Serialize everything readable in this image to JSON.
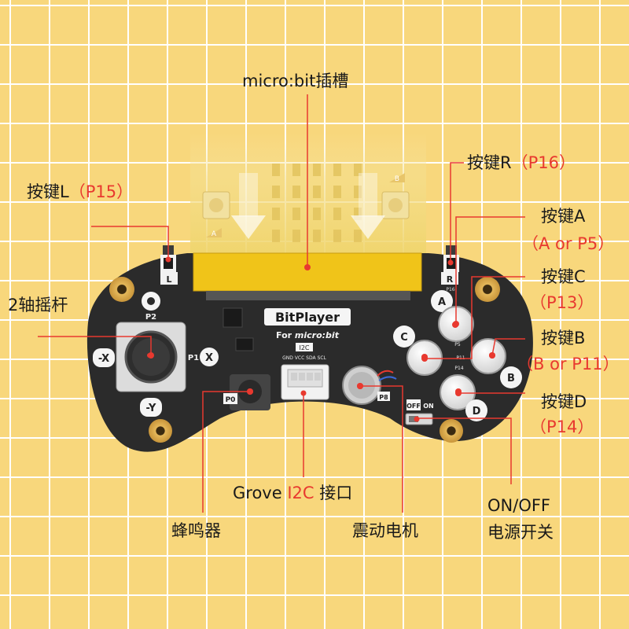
{
  "colors": {
    "accent": "#e8392f",
    "board": "#2b2b2b",
    "background": "#f8d77c",
    "grid": "#ffffff"
  },
  "labels": {
    "slot": "micro:bit插槽",
    "button_l": {
      "name": "按键L",
      "pin": "P15"
    },
    "button_r": {
      "name": "按键R",
      "pin": "P16"
    },
    "button_a": {
      "name": "按键A",
      "pin": "A or P5"
    },
    "button_c": {
      "name": "按键C",
      "pin": "P13"
    },
    "button_b": {
      "name": "按键B",
      "pin": "B or P11"
    },
    "button_d": {
      "name": "按键D",
      "pin": "P14"
    },
    "joystick": "2轴摇杆",
    "grove": {
      "prefix": "Grove ",
      "highlight": "I2C",
      "suffix": " 接口"
    },
    "buzzer": "蜂鸣器",
    "motor": "震动电机",
    "power": {
      "line1": "ON/OFF",
      "line2": "电源开关"
    }
  },
  "board": {
    "brand": "BitPlayer",
    "subtitle_prefix": "For ",
    "subtitle_brand": "micro:bit",
    "i2c_label": "I2C",
    "i2c_pins": "GND VCC SDA SCL",
    "switch_off": "OFF",
    "switch_on": "ON",
    "left_bumper": "L",
    "right_bumper": "R",
    "right_pin": "P16",
    "btn_a": "A",
    "btn_b": "B",
    "btn_c": "C",
    "btn_d": "D",
    "pin_p5": "P5",
    "pin_p11": "P11",
    "pin_p14": "P14",
    "axis_up": "P2",
    "axis_left": "-X",
    "axis_right_pin": "P1",
    "axis_right": "X",
    "axis_down": "-Y",
    "buzzer_pin": "P0",
    "motor_pin": "P8",
    "microbit_a": "A",
    "microbit_b": "B"
  }
}
